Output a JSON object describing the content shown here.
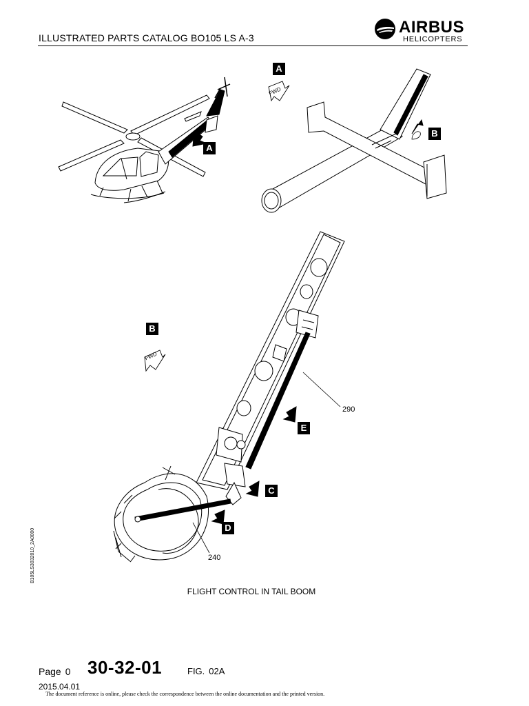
{
  "header": {
    "title": "ILLUSTRATED PARTS CATALOG BO105 LS A-3",
    "logo_name": "AIRBUS",
    "logo_sub": "HELICOPTERS"
  },
  "figure": {
    "view_labels": {
      "a_top": "A",
      "a_heli": "A",
      "b_boom": "B",
      "b_detail": "B",
      "c": "C",
      "d": "D",
      "e": "E"
    },
    "fwd_text": "FWD",
    "callouts": {
      "p290": "290",
      "p240": "240"
    },
    "drawing_code": "B105LS3032010_2A0000",
    "caption": "FLIGHT CONTROL IN TAIL BOOM"
  },
  "footer": {
    "page_label": "Page",
    "page_number": "0",
    "chapter": "30-32-01",
    "fig_label": "FIG.",
    "fig_number": "02A",
    "date": "2015.04.01",
    "note": "The document reference is online, please check the correspondence between the online documentation and the printed version."
  }
}
